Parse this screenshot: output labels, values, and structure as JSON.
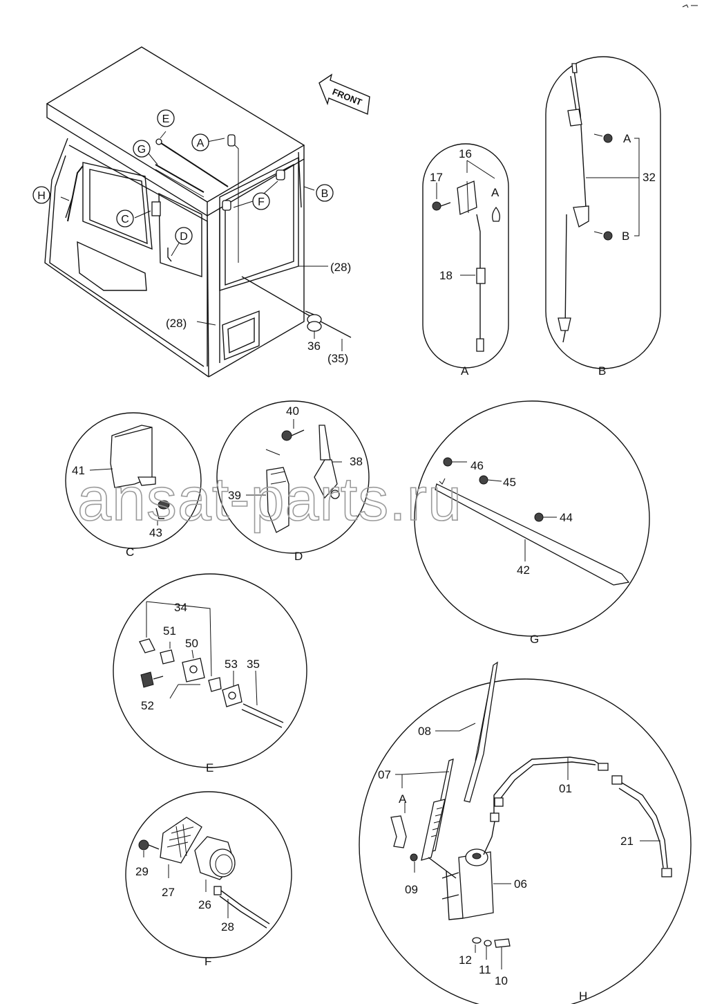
{
  "watermark": "ansat-parts.ru",
  "front_label": "FRONT",
  "callouts": [
    "A",
    "B",
    "C",
    "D",
    "E",
    "F",
    "G",
    "H"
  ],
  "detail_titles": {
    "A": "A",
    "B": "B",
    "C": "C",
    "D": "D",
    "E": "E",
    "F": "F",
    "G": "G",
    "H": "H"
  },
  "main_view": {
    "p28_upper": "(28)",
    "p28_lower": "(28)",
    "p36": "36",
    "p35": "(35)"
  },
  "detail_A": {
    "p16": "16",
    "p17": "17",
    "pA": "A",
    "p18": "18"
  },
  "detail_B": {
    "p32": "32",
    "pA": "A",
    "pB": "B"
  },
  "detail_C": {
    "p41": "41",
    "p43": "43"
  },
  "detail_D": {
    "p40": "40",
    "p38": "38",
    "p39": "39"
  },
  "detail_G": {
    "p46": "46",
    "p45": "45",
    "p44": "44",
    "p42": "42"
  },
  "detail_E": {
    "p34": "34",
    "p51": "51",
    "p50": "50",
    "p53": "53",
    "p35": "35",
    "p52": "52"
  },
  "detail_F": {
    "p29": "29",
    "p27": "27",
    "p26": "26",
    "p28": "28"
  },
  "detail_H": {
    "p08": "08",
    "p07": "07",
    "pA": "A",
    "p01": "01",
    "p21": "21",
    "p09": "09",
    "p06": "06",
    "p12": "12",
    "p11": "11",
    "p10": "10"
  }
}
